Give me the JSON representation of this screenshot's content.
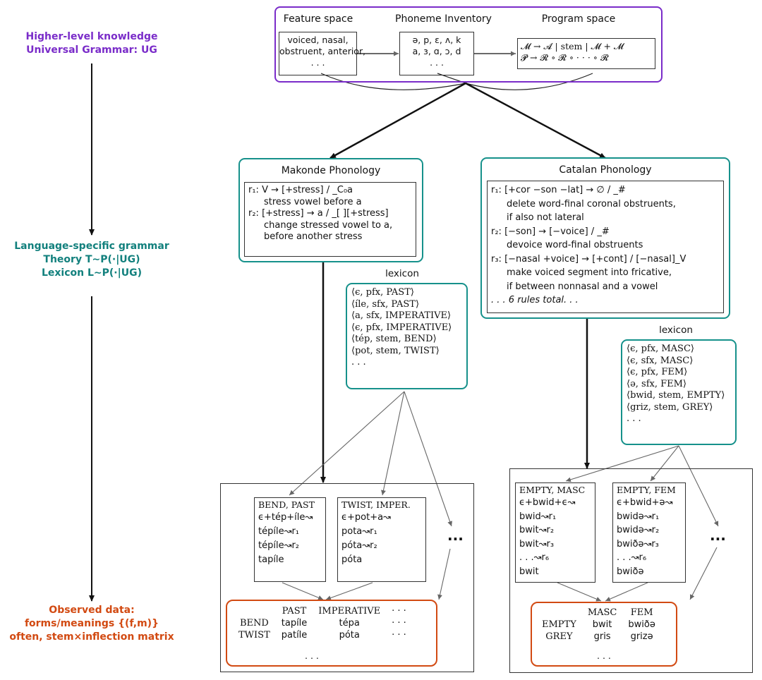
{
  "left_labels": {
    "top": [
      "Higher-level knowledge",
      "Universal Grammar: UG"
    ],
    "middle": [
      "Language-specific grammar",
      "Theory T∼P(·|UG)",
      "Lexicon L∼P(·|UG)"
    ],
    "bottom": [
      "Observed data:",
      "forms/meanings {(f,m)}",
      "often, stem×inflection matrix"
    ]
  },
  "ug": {
    "feature_title": "Feature space",
    "feature_lines": [
      "voiced, nasal,",
      "obstruent, anterior,",
      ". . ."
    ],
    "phoneme_title": "Phoneme Inventory",
    "phoneme_lines": [
      "ə, p, ɛ, ʌ, k",
      "a, ɜ, ɑ, ɔ, d",
      ". . ."
    ],
    "program_title": "Program space",
    "program_lines": [
      "𝓜 → 𝓐 | stem | 𝓜 + 𝓜",
      "𝓟 → 𝓡 ∘ 𝓡 ∘ · · · ∘ 𝓡"
    ]
  },
  "makonde": {
    "title": "Makonde Phonology",
    "rules": [
      "r₁: V → [+stress] / _C₀a",
      "stress vowel before a",
      "r₂: [+stress] → a / _[ ][+stress]",
      "change stressed vowel to a,",
      "before another stress"
    ],
    "lexicon_label": "lexicon",
    "lexicon": [
      "⟨ϵ, pfx, PAST⟩",
      "⟨íle, sfx, PAST⟩",
      "⟨a, sfx, IMPERATIVE⟩",
      "⟨ϵ, pfx, IMPERATIVE⟩",
      "⟨tép, stem, BEND⟩",
      "⟨pot, stem, TWIST⟩",
      ". . ."
    ],
    "deriv1": [
      "BEND, PAST",
      "ϵ+tép+íle↝",
      "tépíle↝r₁",
      "tépíle↝r₂",
      "tapíle"
    ],
    "deriv2": [
      "TWIST, IMPER.",
      "ϵ+pot+a↝",
      "pota↝r₁",
      "póta↝r₂",
      "póta"
    ],
    "ellipsis": "···",
    "observed": {
      "headers": [
        "",
        "PAST",
        "IMPERATIVE",
        "· · ·"
      ],
      "rows": [
        [
          "BEND",
          "tapíle",
          "tépa",
          "· · ·"
        ],
        [
          "TWIST",
          "patíle",
          "póta",
          "· · ·"
        ]
      ],
      "dots": ". . ."
    }
  },
  "catalan": {
    "title": "Catalan Phonology",
    "rules": [
      "r₁: [+cor −son −lat] → ∅ / _#",
      "delete word-final coronal obstruents,",
      "if also not lateral",
      "r₂: [−son] → [−voice] / _#",
      "devoice word-final obstruents",
      "r₃: [−nasal +voice] → [+cont] / [−nasal]_V",
      "make voiced segment into fricative,",
      "if between nonnasal and a vowel",
      ". . . 6 rules total. . ."
    ],
    "lexicon_label": "lexicon",
    "lexicon": [
      "⟨ϵ, pfx, MASC⟩",
      "⟨ϵ, sfx, MASC⟩",
      "⟨ϵ, pfx, FEM⟩",
      "⟨ə, sfx, FEM⟩",
      "⟨bwid, stem, EMPTY⟩",
      "⟨griz, stem, GREY⟩",
      ". . ."
    ],
    "deriv1": [
      "EMPTY, MASC",
      "ϵ+bwid+ϵ↝",
      "bwid↝r₁",
      "bwit↝r₂",
      "bwit↝r₃",
      ". . .↝r₆",
      "bwit"
    ],
    "deriv2": [
      "EMPTY, FEM",
      "ϵ+bwid+ə↝",
      "bwidə↝r₁",
      "bwidə↝r₂",
      "bwiðə↝r₃",
      ". . .↝r₆",
      "bwiðə"
    ],
    "ellipsis": "···",
    "observed": {
      "headers": [
        "",
        "MASC",
        "FEM"
      ],
      "rows": [
        [
          "EMPTY",
          "bwit",
          "bwiðə"
        ],
        [
          "GREY",
          "gris",
          "grizə"
        ]
      ],
      "dots": ". . ."
    }
  },
  "colors": {
    "ug": "#7a2cc9",
    "grammar": "#16918b",
    "data": "#d24a12",
    "arrow": "#111111",
    "thin_arrow": "#666666"
  }
}
